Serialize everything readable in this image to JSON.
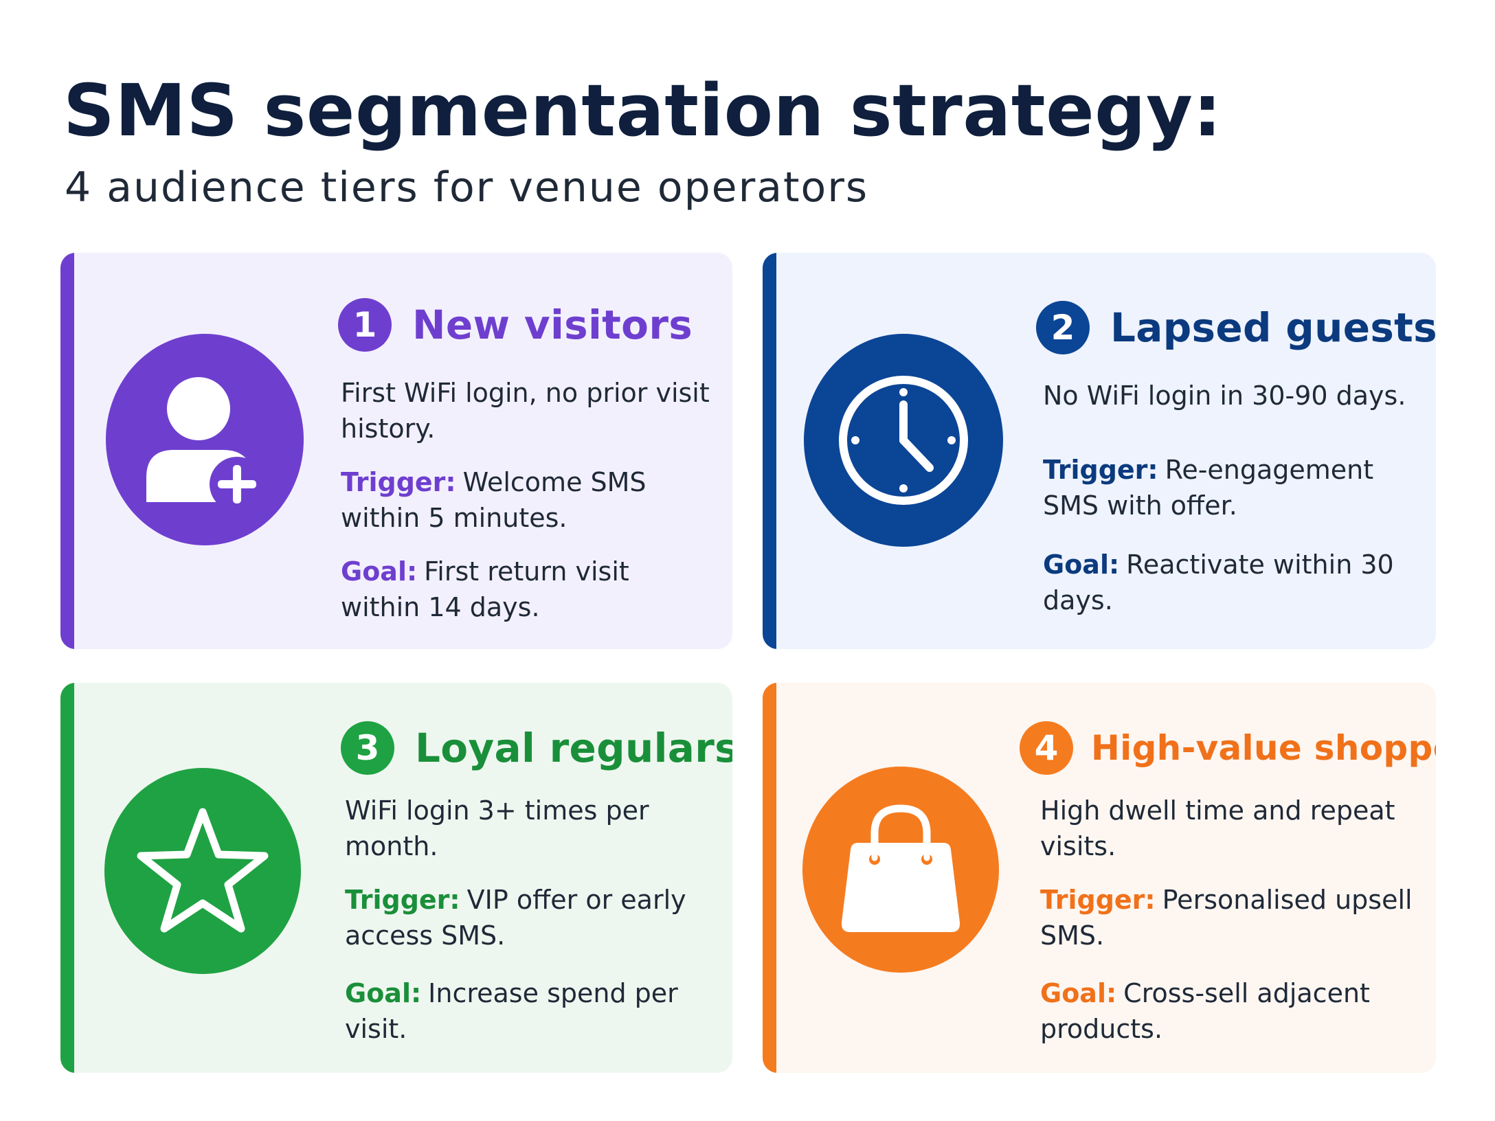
{
  "title": "SMS segmentation strategy:",
  "subtitle": "4 audience tiers for venue operators",
  "tiers": [
    {
      "number": "1",
      "name": "New visitors",
      "icon": "user-plus-icon",
      "color": "#6e3fcf",
      "description": "First WiFi login, no prior visit history.",
      "trigger_label": "Trigger:",
      "trigger": "Welcome SMS within 5 minutes.",
      "goal_label": "Goal:",
      "goal": "First return visit within 14 days."
    },
    {
      "number": "2",
      "name": "Lapsed guests",
      "icon": "clock-icon",
      "color": "#0b4596",
      "description": "No WiFi login in 30-90 days.",
      "trigger_label": "Trigger:",
      "trigger": "Re-engagement SMS with offer.",
      "goal_label": "Goal:",
      "goal": "Reactivate within 30 days."
    },
    {
      "number": "3",
      "name": "Loyal regulars",
      "icon": "star-icon",
      "color": "#1fa243",
      "description": "WiFi login 3+ times per month.",
      "trigger_label": "Trigger:",
      "trigger": "VIP offer or early access SMS.",
      "goal_label": "Goal:",
      "goal": "Increase spend per visit."
    },
    {
      "number": "4",
      "name": "High-value shoppers",
      "icon": "shopping-bag-icon",
      "color": "#f57b1f",
      "description": "High dwell time and repeat visits.",
      "trigger_label": "Trigger:",
      "trigger": "Personalised upsell SMS.",
      "goal_label": "Goal:",
      "goal": "Cross-sell adjacent products."
    }
  ]
}
